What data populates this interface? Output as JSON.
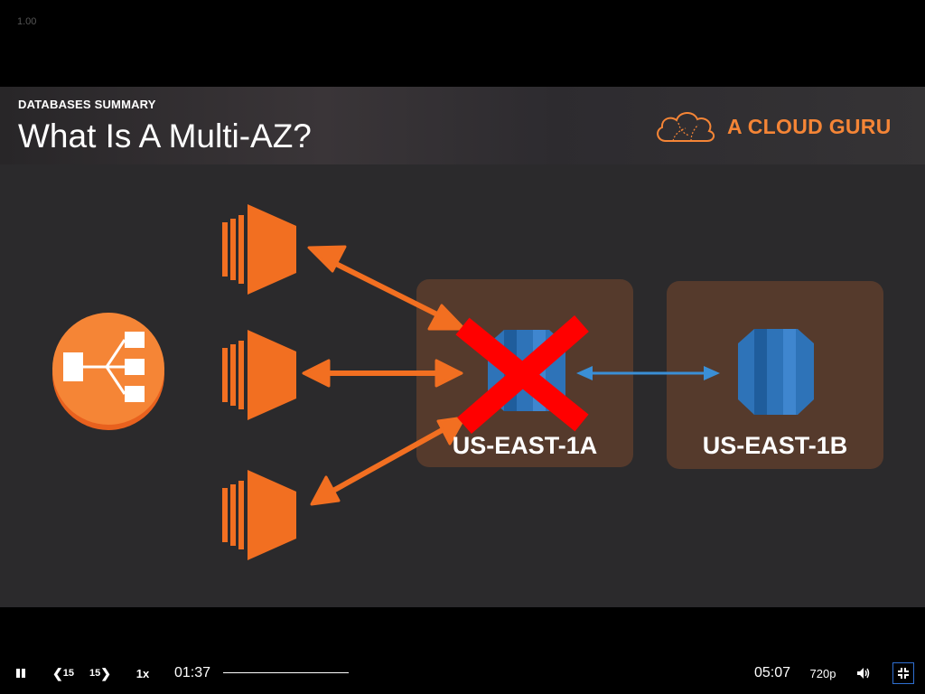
{
  "viewer": {
    "zoom": "1.00"
  },
  "slide": {
    "section": "DATABASES SUMMARY",
    "title": "What Is A Multi-AZ?",
    "brand": "A CLOUD GURU",
    "zones": [
      {
        "label": "US-EAST-1A",
        "status": "failed"
      },
      {
        "label": "US-EAST-1B",
        "status": "standby"
      }
    ],
    "colors": {
      "accent": "#f58536",
      "aws_orange": "#f26f21",
      "rds_blue": "#2e73b8",
      "failure_red": "#ff0000",
      "zone_bg": "#553a2c"
    }
  },
  "player": {
    "current_time": "01:37",
    "duration": "05:07",
    "playback_rate": "1x",
    "quality": "720p",
    "rewind_label": "15",
    "forward_label": "15",
    "icons": {
      "pause": "pause-icon",
      "rewind": "rewind-15-icon",
      "forward": "forward-15-icon",
      "volume": "volume-icon",
      "exit_fullscreen": "exit-fullscreen-icon"
    }
  }
}
